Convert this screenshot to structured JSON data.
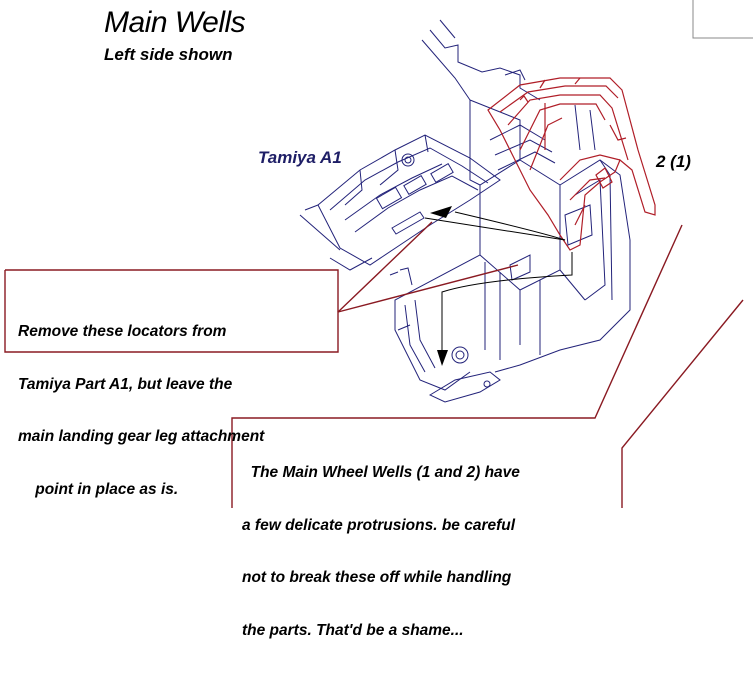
{
  "title": "Main Wells",
  "subtitle": "Left side shown",
  "labels": {
    "tamiya_part": "Tamiya A1",
    "part_number": "2 (1)"
  },
  "callouts": {
    "locators_note": [
      "Remove these locators from",
      "Tamiya Part A1, but leave the",
      "main landing gear leg attachment",
      "    point in place as is."
    ],
    "wheel_wells_note": [
      "  The Main Wheel Wells (1 and 2) have",
      "a few delicate protrusions. be careful",
      "not to break these off while handling",
      "the parts. That'd be a shame..."
    ]
  },
  "colors": {
    "line_art": "#23237a",
    "highlight": "#b01e28",
    "callout_border": "#8a1a22",
    "text": "#000000"
  }
}
